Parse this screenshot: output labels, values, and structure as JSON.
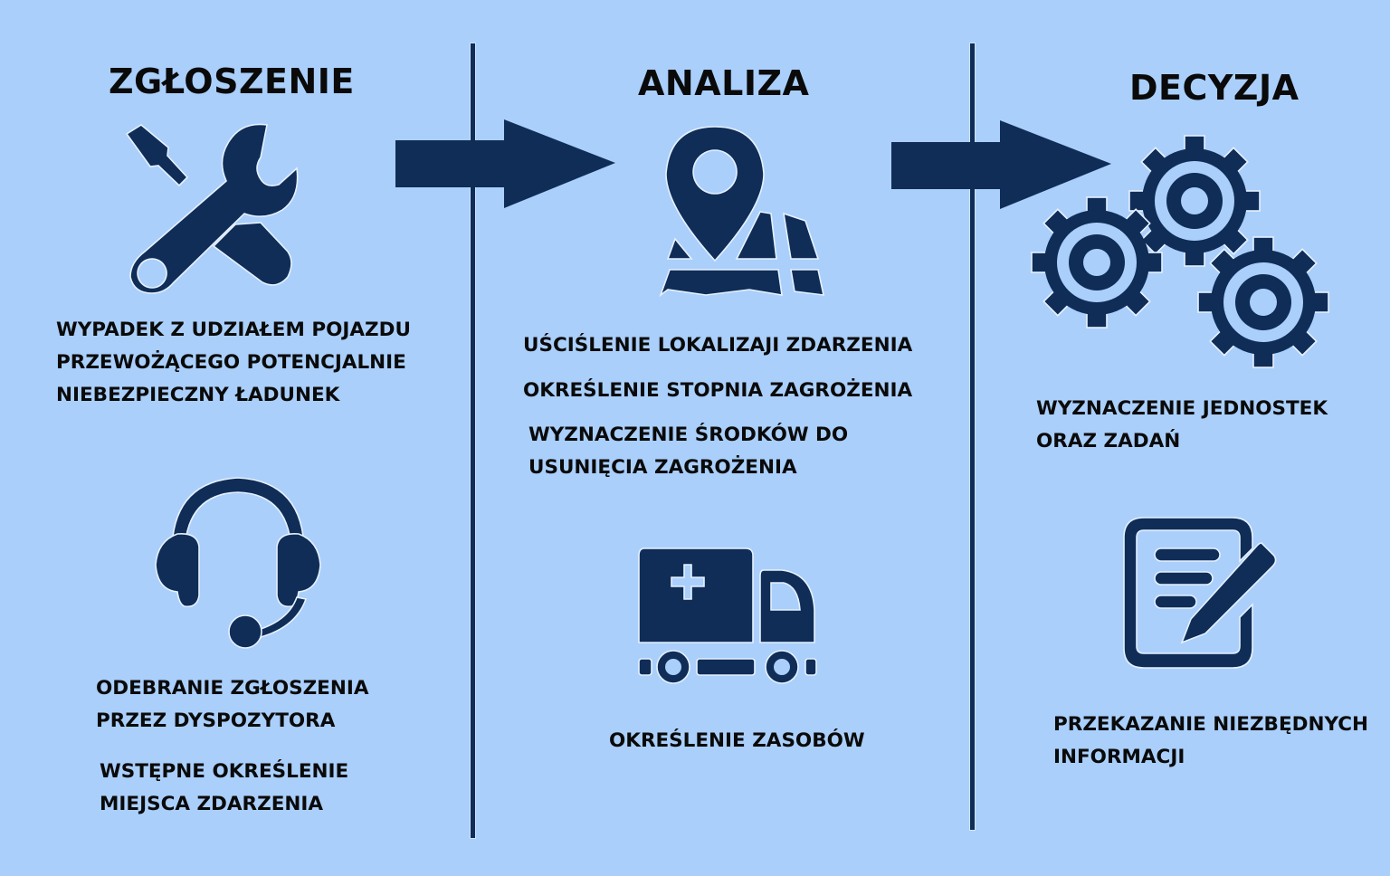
{
  "colors": {
    "background": "#aacffb",
    "icon": "#0f2d57",
    "text": "#0a0a0a"
  },
  "stages": [
    {
      "heading": "ZGŁOSZENIE",
      "icons": [
        "wrench-screwdriver-icon",
        "headset-icon"
      ],
      "texts": [
        {
          "lines": [
            "WYPADEK Z UDZIAŁEM POJAZDU",
            "PRZEWOŻĄCEGO POTENCJALNIE",
            "NIEBEZPIECZNY ŁADUNEK"
          ]
        },
        {
          "lines": [
            "ODEBRANIE ZGŁOSZENIA",
            "PRZEZ DYSPOZYTORA"
          ]
        },
        {
          "lines": [
            "WSTĘPNE OKREŚLENIE",
            "MIEJSCA ZDARZENIA"
          ]
        }
      ]
    },
    {
      "heading": "ANALIZA",
      "icons": [
        "map-pin-icon",
        "ambulance-truck-icon"
      ],
      "texts": [
        {
          "lines": [
            "UŚCIŚLENIE LOKALIZAJI ZDARZENIA"
          ]
        },
        {
          "lines": [
            "OKREŚLENIE STOPNIA ZAGROŻENIA"
          ]
        },
        {
          "lines": [
            "WYZNACZENIE ŚRODKÓW DO",
            "USUNIĘCIA ZAGROŻENIA"
          ]
        },
        {
          "lines": [
            "OKREŚLENIE ZASOBÓW"
          ]
        }
      ]
    },
    {
      "heading": "DECYZJA",
      "icons": [
        "gears-icon",
        "document-edit-icon"
      ],
      "texts": [
        {
          "lines": [
            "WYZNACZENIE JEDNOSTEK",
            "ORAZ ZADAŃ"
          ]
        },
        {
          "lines": [
            "PRZEKAZANIE NIEZBĘDNYCH",
            "INFORMACJI"
          ]
        }
      ]
    }
  ],
  "arrows": [
    "arrow-right-icon",
    "arrow-right-icon"
  ]
}
